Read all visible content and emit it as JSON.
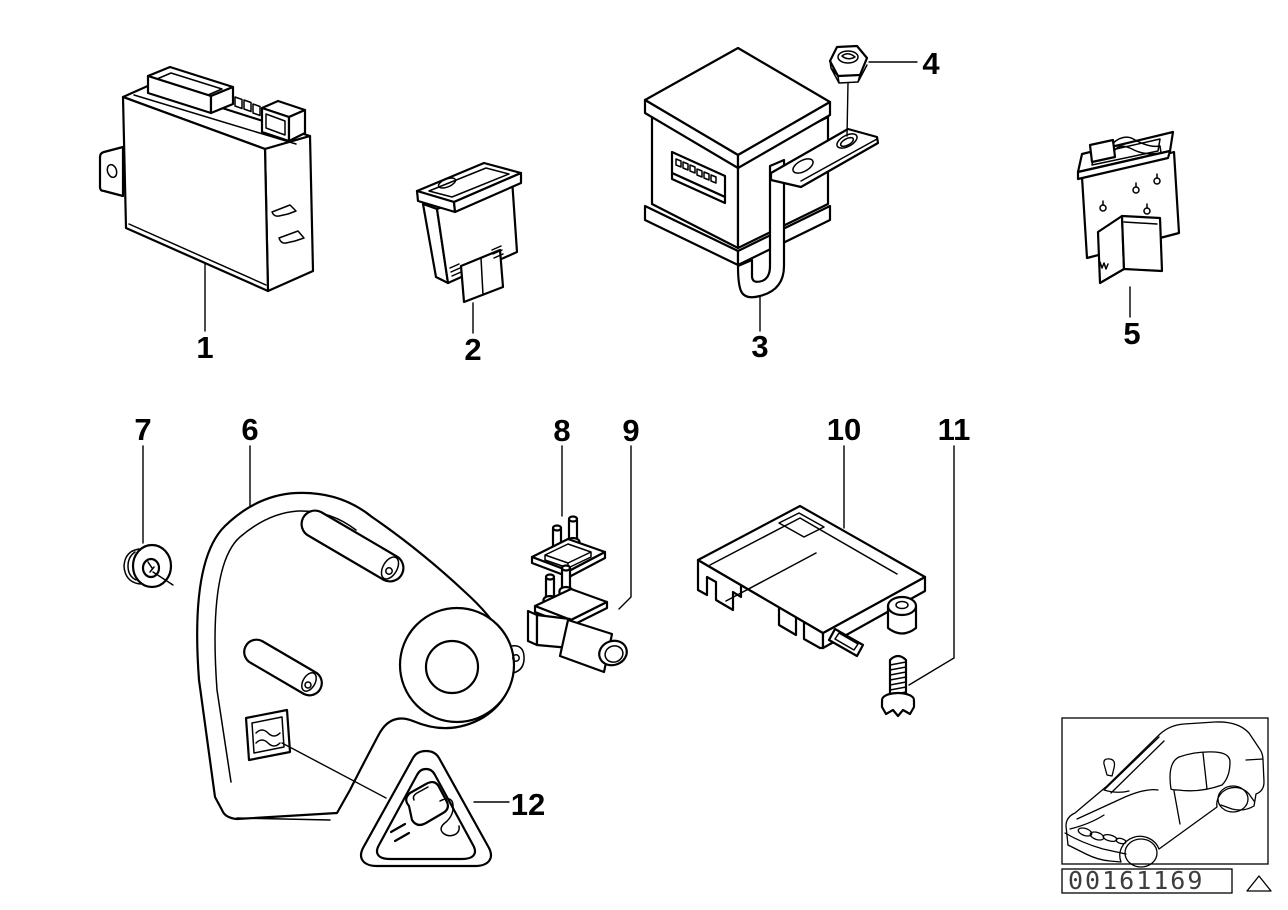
{
  "diagram": {
    "background_color": "#ffffff",
    "line_color": "#000000",
    "callouts": [
      "1",
      "2",
      "3",
      "4",
      "5",
      "6",
      "7",
      "8",
      "9",
      "10",
      "11",
      "12"
    ],
    "thumbnail": {
      "image_number": "00161169"
    }
  }
}
